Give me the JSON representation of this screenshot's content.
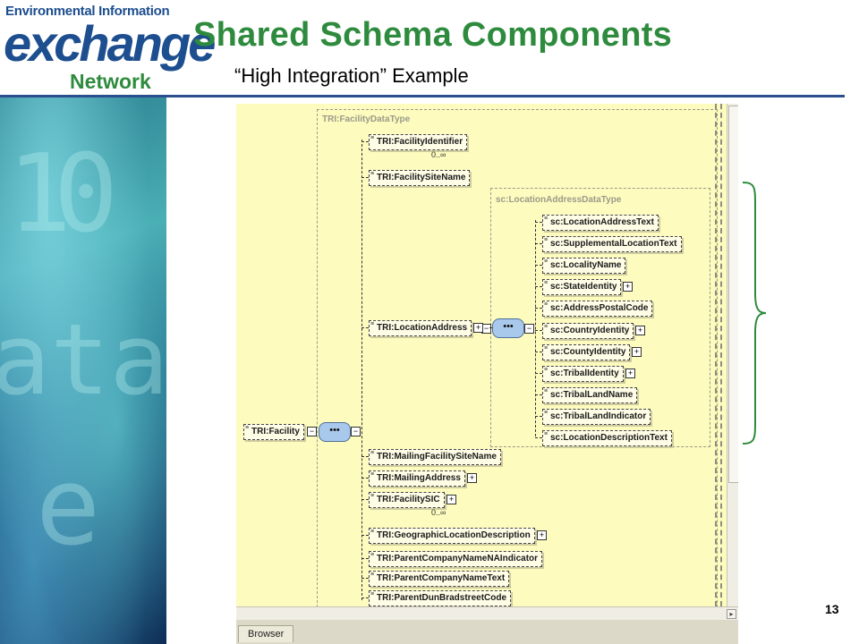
{
  "header": {
    "logo_line1": "Environmental Information",
    "logo_line2": "exchange",
    "logo_line3": "Network",
    "title": "Shared Schema Components",
    "subtitle": "“High Integration” Example"
  },
  "diagram": {
    "facility_group_label": "TRI:FacilityDataType",
    "address_group_label": "sc:LocationAddressDataType",
    "root": "TRI:Facility",
    "facility_children": [
      {
        "label": "TRI:FacilityIdentifier",
        "expandable": false,
        "multiplicity": "0..∞"
      },
      {
        "label": "TRI:FacilitySiteName",
        "expandable": false,
        "multiplicity": ""
      },
      {
        "label": "TRI:LocationAddress",
        "expandable": true,
        "multiplicity": ""
      },
      {
        "label": "TRI:MailingFacilitySiteName",
        "expandable": false,
        "multiplicity": ""
      },
      {
        "label": "TRI:MailingAddress",
        "expandable": true,
        "multiplicity": ""
      },
      {
        "label": "TRI:FacilitySIC",
        "expandable": true,
        "multiplicity": "0..∞"
      },
      {
        "label": "TRI:GeographicLocationDescription",
        "expandable": true,
        "multiplicity": ""
      },
      {
        "label": "TRI:ParentCompanyNameNAIndicator",
        "expandable": false,
        "multiplicity": ""
      },
      {
        "label": "TRI:ParentCompanyNameText",
        "expandable": false,
        "multiplicity": ""
      },
      {
        "label": "TRI:ParentDunBradstreetCode",
        "expandable": false,
        "multiplicity": ""
      }
    ],
    "address_children": [
      {
        "label": "sc:LocationAddressText",
        "expandable": false
      },
      {
        "label": "sc:SupplementalLocationText",
        "expandable": false
      },
      {
        "label": "sc:LocalityName",
        "expandable": false
      },
      {
        "label": "sc:StateIdentity",
        "expandable": true
      },
      {
        "label": "sc:AddressPostalCode",
        "expandable": false
      },
      {
        "label": "sc:CountryIdentity",
        "expandable": true
      },
      {
        "label": "sc:CountyIdentity",
        "expandable": true
      },
      {
        "label": "sc:TribalIdentity",
        "expandable": true
      },
      {
        "label": "sc:TribalLandName",
        "expandable": false
      },
      {
        "label": "sc:TribalLandIndicator",
        "expandable": false
      },
      {
        "label": "sc:LocationDescriptionText",
        "expandable": false
      }
    ],
    "browser_tab": "Browser"
  },
  "page_number": "13"
}
